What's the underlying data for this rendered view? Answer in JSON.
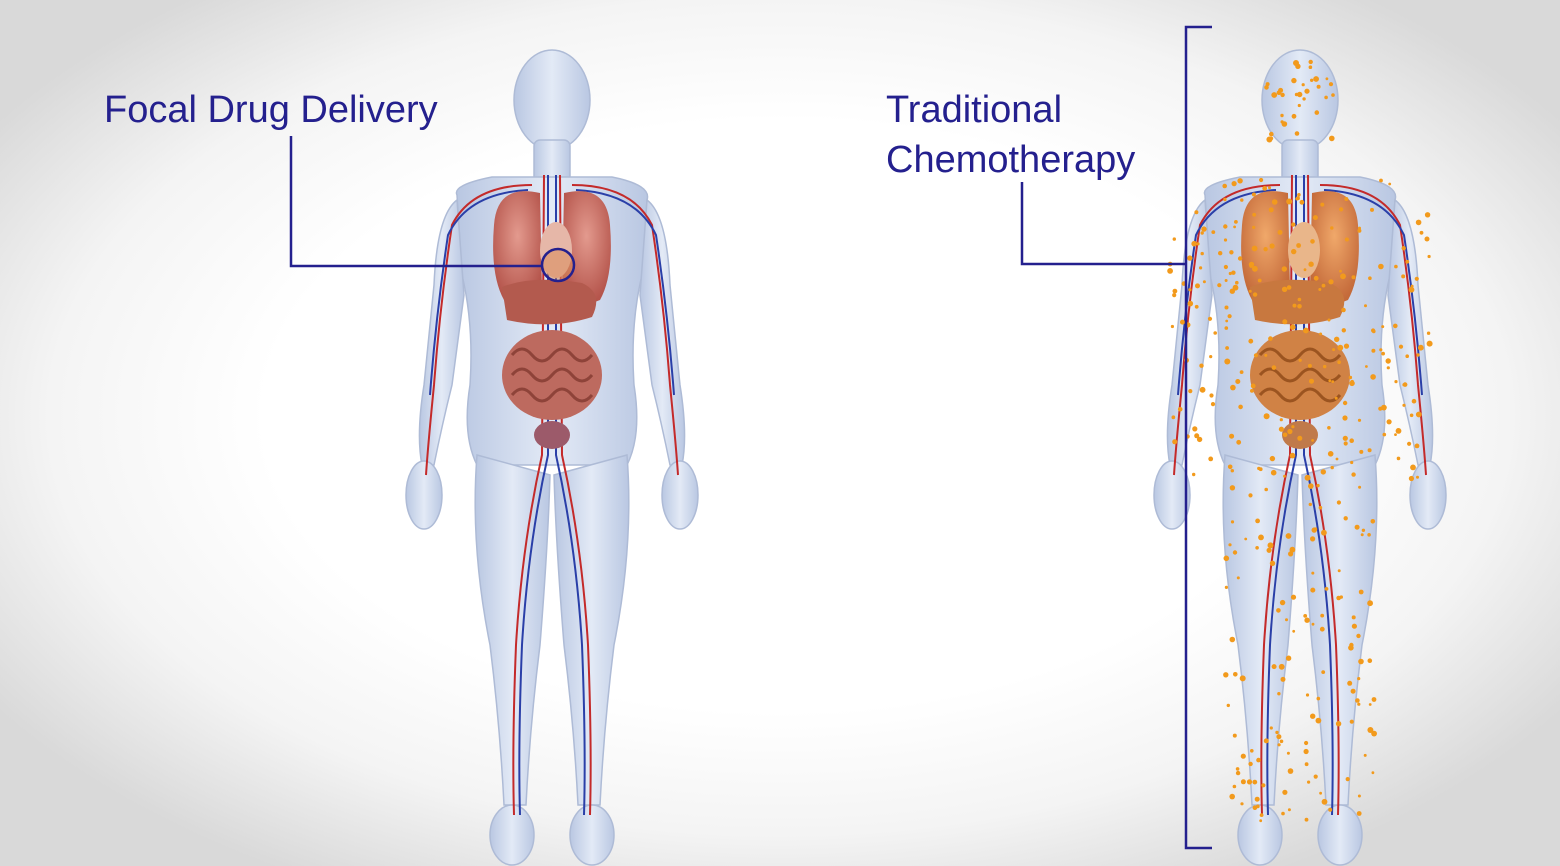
{
  "labels": {
    "focal": "Focal Drug Delivery",
    "traditional_line1": "Traditional",
    "traditional_line2": "Chemotherapy"
  },
  "colors": {
    "label_text": "#24208e",
    "callout_line": "#24208e",
    "body_fill": "#c9d6ec",
    "organ_fill": "#c9685e",
    "intestine_fill": "#bd6a5f",
    "artery": "#c42a2a",
    "vein": "#2a3fa8",
    "drug_particles": "#f29a1c"
  },
  "figures": [
    {
      "name": "focal-drug-delivery-figure",
      "drug_spread": "localized"
    },
    {
      "name": "traditional-chemotherapy-figure",
      "drug_spread": "whole-body"
    }
  ]
}
